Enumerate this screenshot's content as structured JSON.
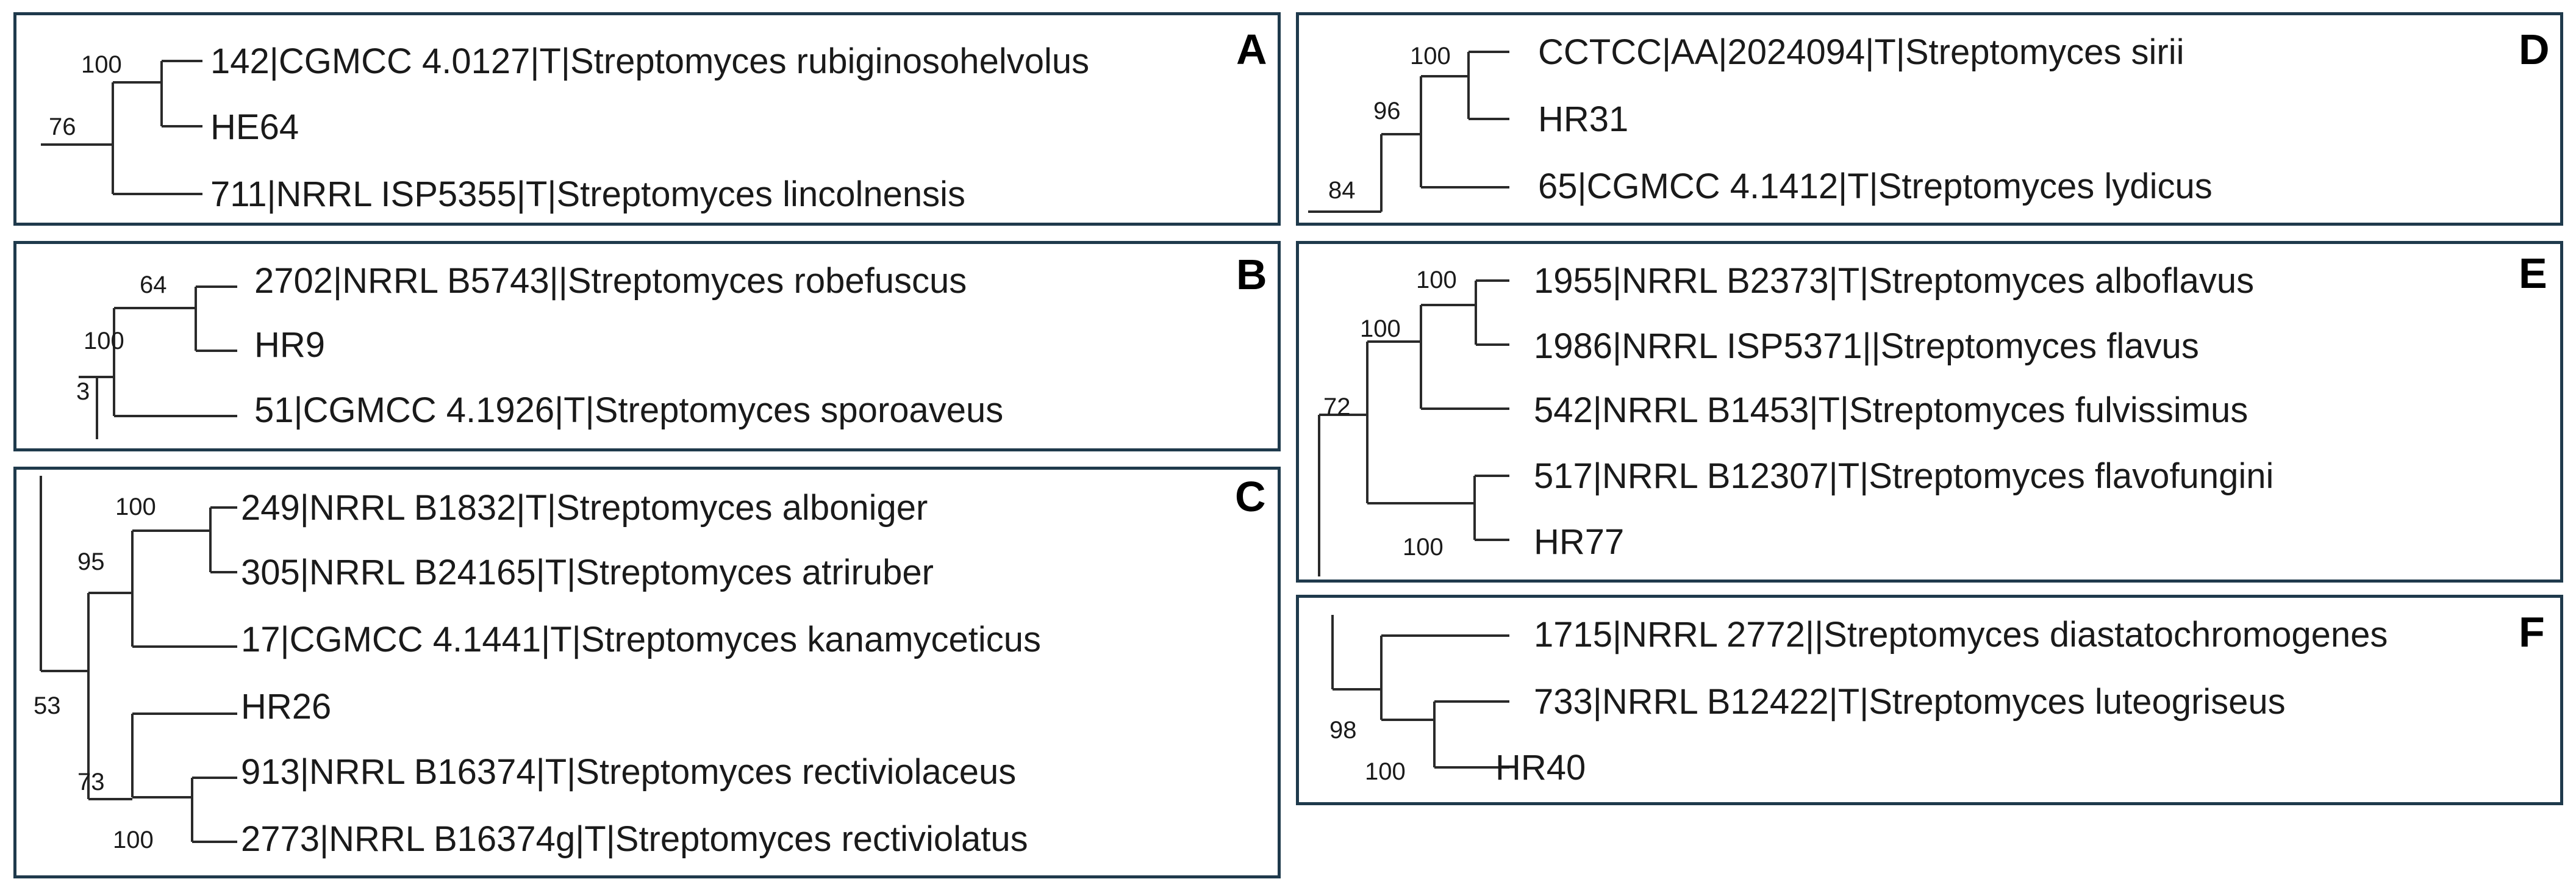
{
  "panels": {
    "A": {
      "letter": "A",
      "taxa": [
        "142|CGMCC 4.0127|T|Streptomyces rubiginosohelvolus",
        "HE64",
        "711|NRRL ISP5355|T|Streptomyces lincolnensis"
      ],
      "bootstrap": [
        "100",
        "76"
      ]
    },
    "B": {
      "letter": "B",
      "taxa": [
        "2702|NRRL B5743||Streptomyces robefuscus",
        "HR9",
        "51|CGMCC 4.1926|T|Streptomyces sporoaveus"
      ],
      "bootstrap": [
        "64",
        "100",
        "3"
      ]
    },
    "C": {
      "letter": "C",
      "taxa": [
        "249|NRRL B1832|T|Streptomyces alboniger",
        "305|NRRL B24165|T|Streptomyces atriruber",
        "17|CGMCC 4.1441|T|Streptomyces kanamyceticus",
        "HR26",
        "913|NRRL B16374|T|Streptomyces rectiviolaceus",
        "2773|NRRL B16374g|T|Streptomyces rectiviolatus"
      ],
      "bootstrap": [
        "100",
        "95",
        "53",
        "73",
        "100"
      ]
    },
    "D": {
      "letter": "D",
      "taxa": [
        "CCTCC|AA|2024094|T|Streptomyces sirii",
        "HR31",
        "65|CGMCC 4.1412|T|Streptomyces lydicus"
      ],
      "bootstrap": [
        "100",
        "96",
        "84"
      ]
    },
    "E": {
      "letter": "E",
      "taxa": [
        "1955|NRRL B2373|T|Streptomyces alboflavus",
        "1986|NRRL ISP5371||Streptomyces flavus",
        "542|NRRL B1453|T|Streptomyces fulvissimus",
        "517|NRRL B12307|T|Streptomyces flavofungini",
        "HR77"
      ],
      "bootstrap": [
        "100",
        "100",
        "72",
        "100"
      ]
    },
    "F": {
      "letter": "F",
      "taxa": [
        "1715|NRRL 2772||Streptomyces diastatochromogenes",
        "733|NRRL B12422|T|Streptomyces luteogriseus",
        "HR40"
      ],
      "bootstrap": [
        "98",
        "100"
      ]
    }
  }
}
